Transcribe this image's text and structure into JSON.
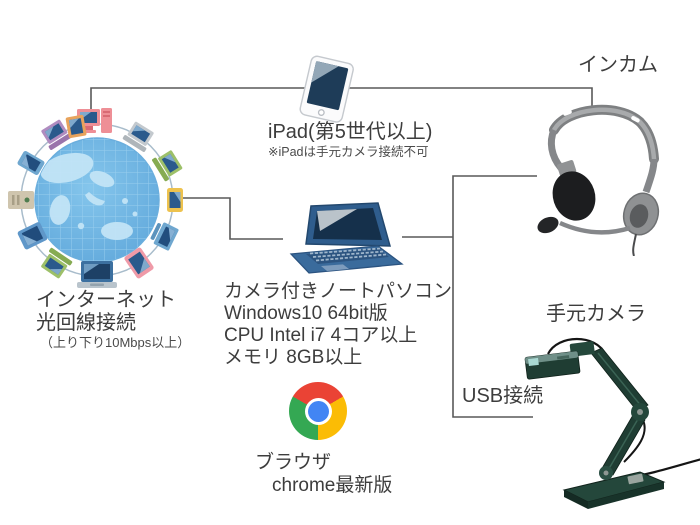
{
  "diagram": {
    "internet": {
      "label_line1": "インターネット",
      "label_line2": "光回線接続",
      "note": "（上り下り10Mbps以上）"
    },
    "ipad": {
      "label": "iPad(第5世代以上)",
      "note": "※iPadは手元カメラ接続不可"
    },
    "laptop": {
      "specs": [
        "カメラ付きノートパソコン",
        "Windows10 64bit版",
        "CPU Intel i7 4コア以上",
        "メモリ 8GB以上"
      ]
    },
    "browser": {
      "label_line1": "ブラウザ",
      "label_line2": "chrome最新版"
    },
    "headset": {
      "label": "インカム"
    },
    "doc_camera": {
      "label": "手元カメラ"
    },
    "usb": {
      "label": "USB接続"
    },
    "icons": [
      "internet-globe-illustration",
      "ipad-illustration",
      "laptop-illustration",
      "chrome-logo",
      "headset-illustration",
      "document-camera-illustration"
    ],
    "colors": {
      "connector_line": "#595959",
      "text": "#3d3d3d",
      "chrome_red": "#ea4335",
      "chrome_yellow": "#fbbc05",
      "chrome_green": "#34a853",
      "chrome_blue": "#4285f4",
      "globe_blue": "#74b9e7",
      "device_navy": "#2a5a8c",
      "doc_camera_green": "#1f3d33",
      "headset_gray": "#8d8f91"
    }
  }
}
